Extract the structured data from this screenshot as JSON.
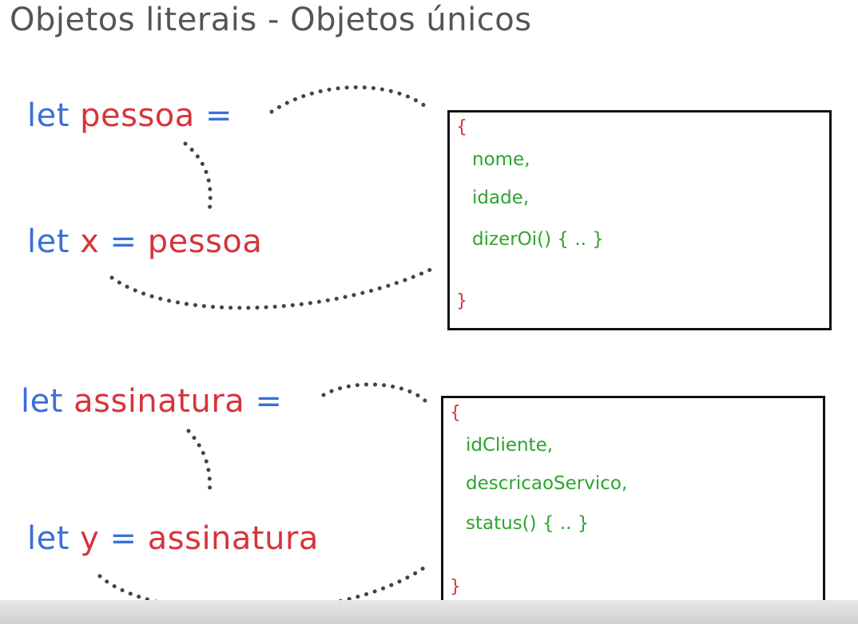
{
  "title": "Objetos literais - Objetos únicos",
  "groups": [
    {
      "decl": {
        "keyword": "let",
        "name": "pessoa",
        "op": "="
      },
      "ref": {
        "keyword": "let",
        "name": "x",
        "op": "=",
        "value": "pessoa"
      },
      "object": {
        "open": "{",
        "props": [
          "nome,",
          "idade,",
          "dizerOi() { .. }"
        ],
        "close": "}"
      }
    },
    {
      "decl": {
        "keyword": "let",
        "name": "assinatura",
        "op": "="
      },
      "ref": {
        "keyword": "let",
        "name": "y",
        "op": "=",
        "value": "assinatura"
      },
      "object": {
        "open": "{",
        "props": [
          "idCliente,",
          "descricaoServico,",
          "status() { .. }"
        ],
        "close": "}"
      }
    }
  ],
  "colors": {
    "keyword": "#3a6fd8",
    "identifier": "#d6343c",
    "property": "#2ea32e",
    "title": "#555555",
    "dots": "#444444"
  }
}
